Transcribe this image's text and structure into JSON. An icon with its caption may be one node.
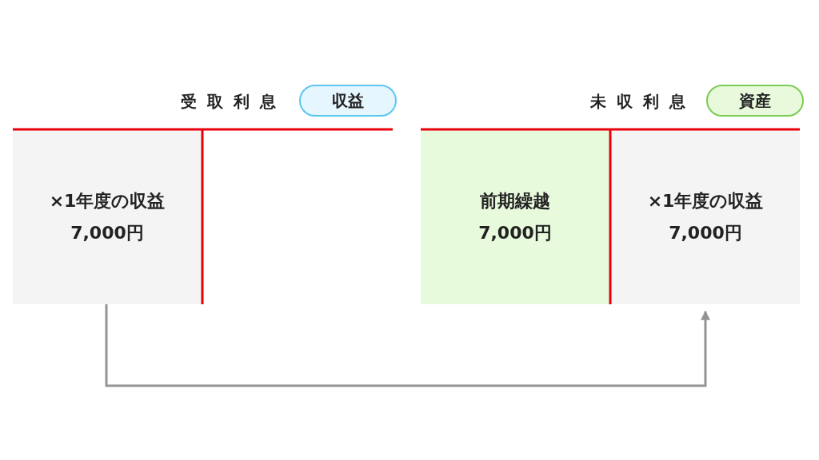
{
  "diagram": {
    "nodes": [
      {
        "text": [
          "収益"
        ]
      },
      {
        "text": [
          "資産"
        ]
      },
      {
        "text": [
          "×1年度の収益",
          "7,000円"
        ]
      },
      {
        "text": [
          "前期繰越",
          "7,000円"
        ]
      },
      {
        "text": [
          "×1年度の収益",
          "7,000円"
        ]
      }
    ],
    "edges": [
      {
        "from": 2,
        "to": 4,
        "arrow": "to"
      }
    ],
    "labels": [
      "受取利息",
      "未収利息"
    ]
  }
}
